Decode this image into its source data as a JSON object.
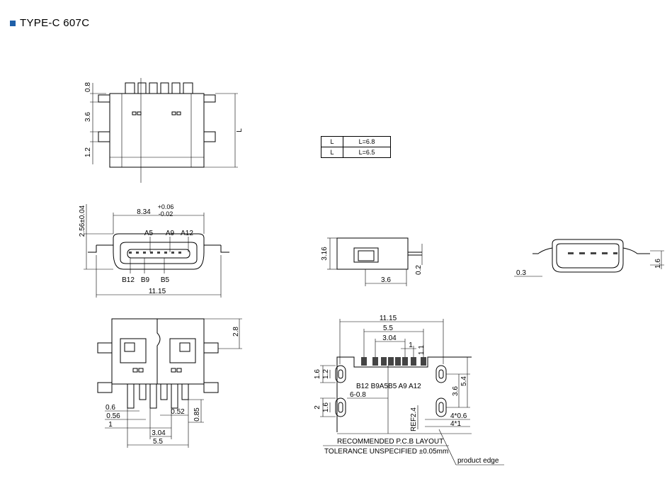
{
  "header": {
    "title": "TYPE-C 607C"
  },
  "table": {
    "rows": [
      {
        "key": "L",
        "value": "L=6.8"
      },
      {
        "key": "L",
        "value": "L=6.5"
      }
    ]
  },
  "top_view": {
    "d1": "0.8",
    "d2": "3.6",
    "d3": "1.2",
    "dL": "L"
  },
  "front_view": {
    "height": "2.56±0.04",
    "width_nominal": "8.34",
    "tol_plus": "+0.06",
    "tol_minus": "-0.02",
    "total_width": "11.15",
    "pin_a5": "A5",
    "pin_a9": "A9",
    "pin_a12": "A12",
    "pin_b12": "B12",
    "pin_b9": "B9",
    "pin_b5": "B5"
  },
  "side_view": {
    "h": "3.16",
    "t": "0.2",
    "w": "3.6"
  },
  "right_view": {
    "a": "0.3",
    "b": "1.6"
  },
  "bottom_view": {
    "h": "2.8",
    "p1": "0.6",
    "p2": "0.56",
    "p3": "1",
    "p4": "0.52",
    "p5": "0.85",
    "p6": "3.04",
    "p7": "5.5"
  },
  "pcb": {
    "w_total": "11.15",
    "w_55": "5.5",
    "w_304": "3.04",
    "w_1": "1",
    "w_11": "1.1",
    "h16": "1.6",
    "h12": "1.2",
    "h2": "2",
    "h16b": "1.6",
    "pitch": "6-0.8",
    "ref": "REF2.4",
    "v36": "3.6",
    "v54": "5.4",
    "slot1": "4*0.6",
    "slot2": "4*1",
    "pins": "B12 B9A5B5 A9 A12",
    "caption1": "RECOMMENDED  P.C.B LAYOUT",
    "caption2": "TOLERANCE UNSPECIFIED ±0.05mm",
    "edge": "product edge"
  }
}
